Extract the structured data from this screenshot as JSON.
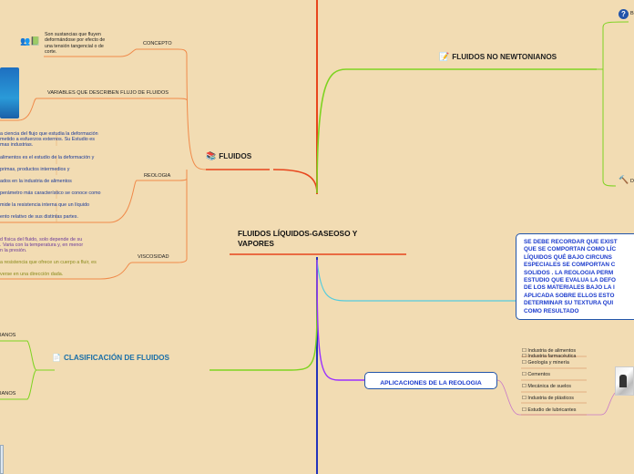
{
  "central": {
    "line1": "FLUIDOS LÍQUIDOS-GASEOSO Y",
    "line2": "VAPORES"
  },
  "fluidos": {
    "title": "FLUIDOS",
    "concepto": {
      "label": "CONCEPTO",
      "text": [
        "Son sustancias que fluyen",
        "deformándose por efecto de",
        "una tensión tangencial o de",
        "corte."
      ]
    },
    "variables": {
      "label": "VARIABLES QUE DESCRIBEN FLUJO DE FLUIDOS"
    },
    "reologia": {
      "label": "REOLOGIA",
      "lines": [
        "a ciencia del flujo que estudia la deformación",
        "metido a esfuerzos externos. Su Estudio es",
        "mas industrias.",
        "alimentos es el estudio de la deformación y",
        "primas, productos intermedios y",
        "ados en la industria de alimentos",
        "perámetro más característico se conoce como",
        "mide la resistencia interna que un líquido",
        "ento relativo de sus distintas partes."
      ]
    },
    "viscosidad": {
      "label": "VISCOSIDAD",
      "lines": [
        "d física del fluido, solo depende de su",
        ". Varia con la temperatura y, en menor",
        "n la presión.",
        "a resistencia que ofrece un cuerpo a fluir, es",
        "verse en una dirección dada."
      ]
    }
  },
  "clasificacion": {
    "title": "CLASIFICACIÓN DE FLUIDOS",
    "top_label": "IANOS",
    "bottom_label": "IANOS"
  },
  "no_newtonianos": {
    "title": "FLUIDOS NO NEWTONIANOS",
    "top_label": "B",
    "bottom_label": "D"
  },
  "nota": {
    "lines": [
      "SE DEBE RECORDAR QUE EXIST",
      "QUE SE COMPORTAN COMO LÍC",
      "LÍQUIDOS QUÉ BAJO CIRCUNS",
      "ESPECIALES SE COMPORTAN C",
      "SOLIDOS . LA REOLOGIA PERM",
      "ESTUDIO QUE EVALUA LA DEFO",
      "DE LOS MATERIALES BAJO LA I",
      "APLICADA SOBRE ELLOS ESTO",
      "DETERMINAR SU TEXTURA QUI",
      "COMO RESULTADO"
    ]
  },
  "aplicaciones": {
    "title": "APLICACIONES DE LA REOLOGIA",
    "items": [
      "Industria de alimentos",
      "Industria farmacéutica",
      "Geología y minería",
      "Cementos",
      "Mecánica de suelos",
      "Industria de plásticos",
      "Estudio de lubricantes"
    ]
  },
  "colors": {
    "red": "#e8451c",
    "orange": "#f08a4a",
    "green": "#7ed321",
    "blue": "#2233bb",
    "purple": "#9b30ff",
    "cyan": "#55ccdd",
    "brown": "#d08050"
  }
}
